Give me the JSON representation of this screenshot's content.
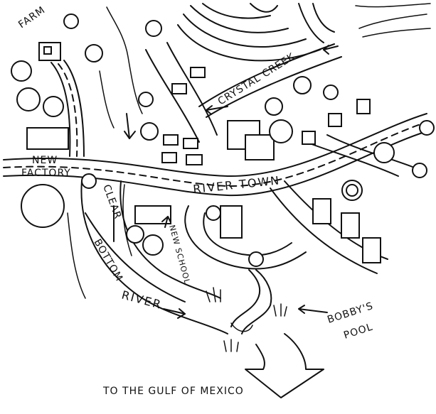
{
  "map": {
    "labels": {
      "farm": "FARM",
      "new_factory_line1": "NEW",
      "new_factory_line2": "FACTORY",
      "crystal_creek": "CRYSTAL CREEK",
      "river_town": "RIVER TOWN",
      "new_school": "NEW SCHOOL",
      "clear_bottom_river_1": "CLEAR",
      "clear_bottom_river_2": "BOTTOM",
      "clear_bottom_river_3": "RIVER",
      "bobbys_pool_line1": "BOBBY'S",
      "bobbys_pool_line2": "POOL",
      "gulf": "TO THE GULF OF MEXICO"
    }
  }
}
